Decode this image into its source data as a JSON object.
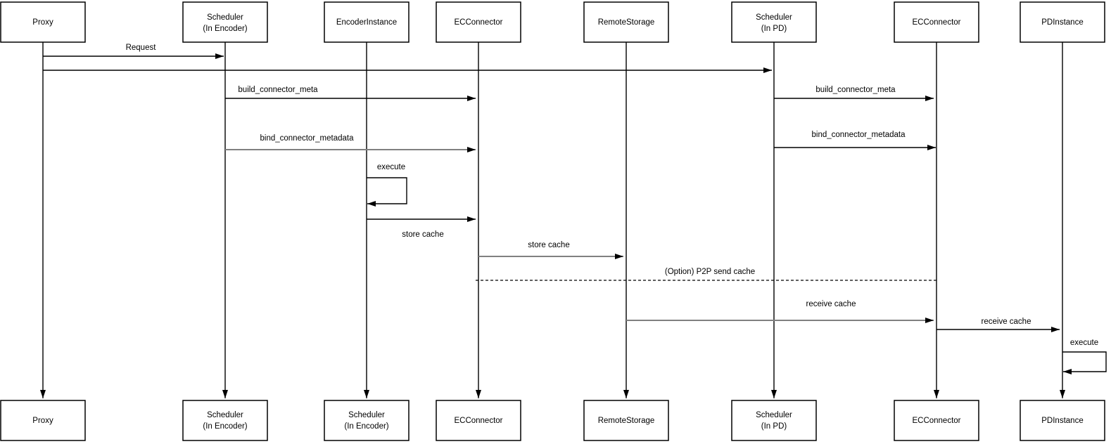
{
  "colors": {
    "background": "#ffffff",
    "line": "#000000",
    "gray_line": "#808080",
    "text": "#000000"
  },
  "actors_top": [
    {
      "line1": "Proxy",
      "line2": ""
    },
    {
      "line1": "Scheduler",
      "line2": "(In Encoder)"
    },
    {
      "line1": "EncoderInstance",
      "line2": ""
    },
    {
      "line1": "ECConnector",
      "line2": ""
    },
    {
      "line1": "RemoteStorage",
      "line2": ""
    },
    {
      "line1": "Scheduler",
      "line2": "(In PD)"
    },
    {
      "line1": "ECConnector",
      "line2": ""
    },
    {
      "line1": "PDInstance",
      "line2": ""
    }
  ],
  "actors_bottom": [
    {
      "line1": "Proxy",
      "line2": ""
    },
    {
      "line1": "Scheduler",
      "line2": "(In Encoder)"
    },
    {
      "line1": "Scheduler",
      "line2": "(In Encoder)"
    },
    {
      "line1": "ECConnector",
      "line2": ""
    },
    {
      "line1": "RemoteStorage",
      "line2": ""
    },
    {
      "line1": "Scheduler",
      "line2": "(In PD)"
    },
    {
      "line1": "ECConnector",
      "line2": ""
    },
    {
      "line1": "PDInstance",
      "line2": ""
    }
  ],
  "messages": {
    "request": "Request",
    "build_connector_meta_left": "build_connector_meta",
    "bind_connector_metadata_left": "bind_connector_metadata",
    "build_connector_meta_right": "build_connector_meta",
    "bind_connector_metadata_right": "bind_connector_metadata",
    "execute_encoder": "execute",
    "store_cache_encoder": "store cache",
    "store_cache_remote": "store cache",
    "p2p_send_cache": "(Option) P2P send cache",
    "receive_cache_ec": "receive cache",
    "receive_cache_pd": "receive cache",
    "execute_pd": "execute"
  }
}
